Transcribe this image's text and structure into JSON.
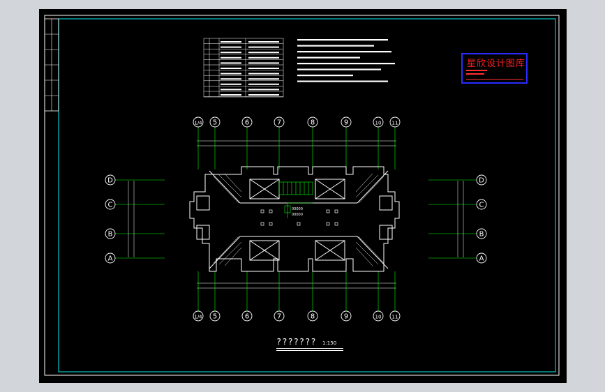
{
  "drawing": {
    "plan_title": "???????",
    "scale": "1:150",
    "stamp_title": "星欣设计图库",
    "grid_top": [
      "1/4",
      "5",
      "6",
      "7",
      "8",
      "9",
      "10",
      "11"
    ],
    "grid_bottom": [
      "1/4",
      "5",
      "6",
      "7",
      "8",
      "9",
      "10",
      "11"
    ],
    "grid_left": [
      "D",
      "C",
      "B",
      "A"
    ],
    "grid_right": [
      "D",
      "C",
      "B",
      "A"
    ]
  },
  "colors": {
    "background": "#000000",
    "frame": "#00c8c8",
    "grid": "#00ff00",
    "walls": "#ffffff",
    "stamp_border": "#2b2bff",
    "stamp_text": "#ff2020",
    "chrome": "#d2d5d9"
  }
}
